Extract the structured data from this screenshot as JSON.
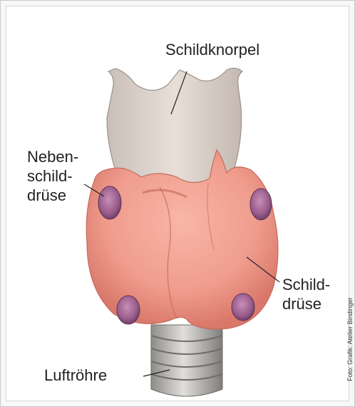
{
  "labels": {
    "thyroid_cartilage": "Schildknorpel",
    "parathyroid": "Neben-\nschild-\ndrüse",
    "thyroid": "Schild-\ndrüse",
    "trachea": "Luftröhre"
  },
  "credit": "Foto: Grafik: Atelier Bindinger",
  "colors": {
    "cartilage": "#dcd2cb",
    "thyroid": "#ef9c8d",
    "parathyroid": "#9a5d8c",
    "trachea": "#c5c3c0",
    "label": "#222222"
  }
}
